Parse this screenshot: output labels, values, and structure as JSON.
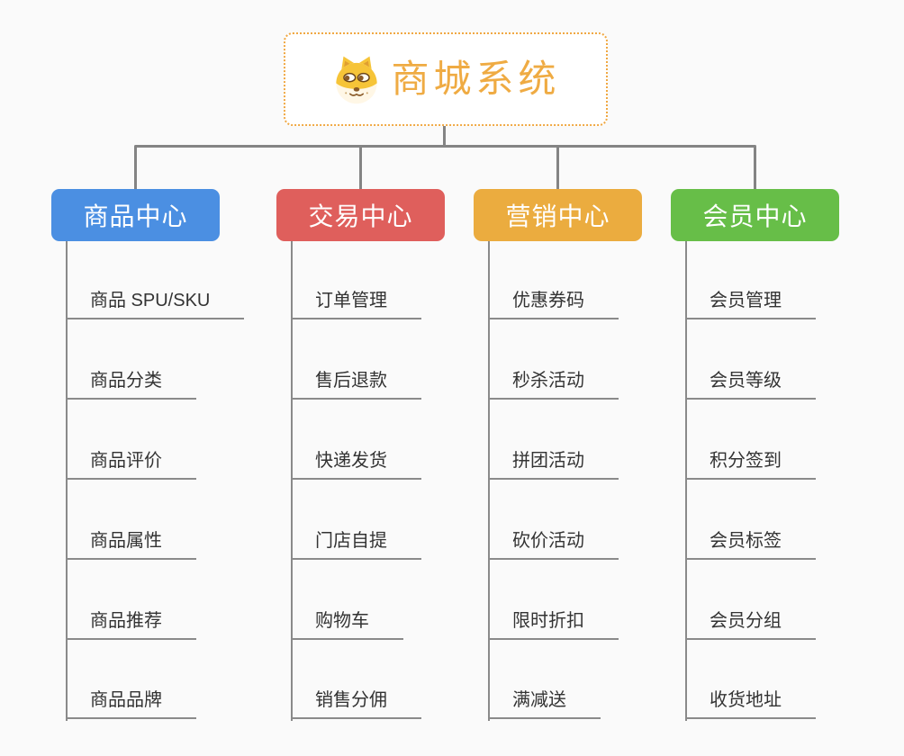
{
  "page": {
    "background": "#fafafa",
    "line_color": "#848484",
    "underline_color": "#8a8a8a",
    "leaf_text_color": "#333333"
  },
  "root": {
    "title": "商城系统",
    "icon": "dog-face-icon",
    "title_color": "#efab43",
    "border_color": "#f0a843"
  },
  "branches": [
    {
      "label": "商品中心",
      "color": "#4b8fe2",
      "items": [
        "商品 SPU/SKU",
        "商品分类",
        "商品评价",
        "商品属性",
        "商品推荐",
        "商品品牌"
      ]
    },
    {
      "label": "交易中心",
      "color": "#df5f5c",
      "items": [
        "订单管理",
        "售后退款",
        "快递发货",
        "门店自提",
        "购物车",
        "销售分佣"
      ]
    },
    {
      "label": "营销中心",
      "color": "#ebac3f",
      "items": [
        "优惠券码",
        "秒杀活动",
        "拼团活动",
        "砍价活动",
        "限时折扣",
        "满减送"
      ]
    },
    {
      "label": "会员中心",
      "color": "#67be48",
      "items": [
        "会员管理",
        "会员等级",
        "积分签到",
        "会员标签",
        "会员分组",
        "收货地址"
      ]
    }
  ]
}
